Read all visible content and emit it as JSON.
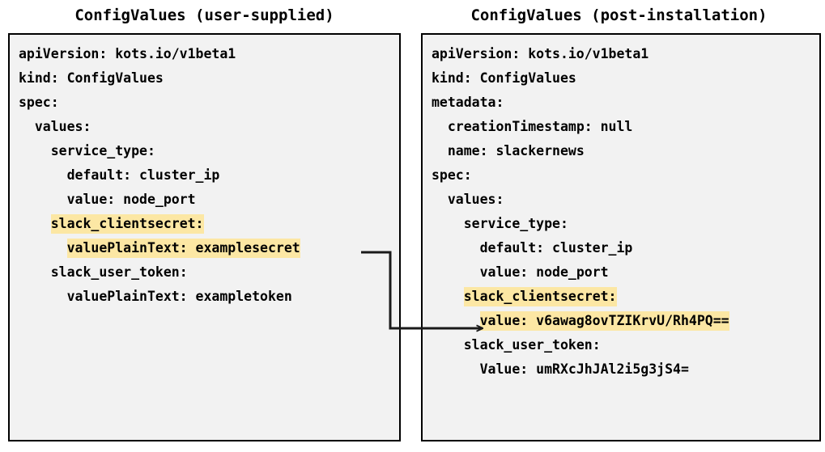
{
  "diagram": {
    "title_left": "ConfigValues (user-supplied)",
    "title_right": "ConfigValues (post-installation)",
    "highlight_color": "#fce7a4",
    "box_background": "#f2f2f2",
    "box_border_color": "#000000",
    "arrow_color": "#1a1a1a",
    "arrow_description": "elbow arrow from user-supplied valuePlainText line to post-installation value line"
  },
  "left_panel": {
    "title": "ConfigValues (user-supplied)",
    "lines": [
      {
        "text": "apiVersion: kots.io/v1beta1",
        "highlight": false
      },
      {
        "text": "kind: ConfigValues",
        "highlight": false
      },
      {
        "text": "spec:",
        "highlight": false
      },
      {
        "text": "  values:",
        "highlight": false
      },
      {
        "text": "    service_type:",
        "highlight": false
      },
      {
        "text": "      default: cluster_ip",
        "highlight": false
      },
      {
        "text": "      value: node_port",
        "highlight": false
      },
      {
        "text": "    slack_clientsecret:",
        "highlight": true
      },
      {
        "text": "      valuePlainText: examplesecret",
        "highlight": true
      },
      {
        "text": "    slack_user_token:",
        "highlight": false
      },
      {
        "text": "      valuePlainText: exampletoken",
        "highlight": false
      }
    ]
  },
  "right_panel": {
    "title": "ConfigValues (post-installation)",
    "lines": [
      {
        "text": "apiVersion: kots.io/v1beta1",
        "highlight": false
      },
      {
        "text": "kind: ConfigValues",
        "highlight": false
      },
      {
        "text": "metadata:",
        "highlight": false
      },
      {
        "text": "  creationTimestamp: null",
        "highlight": false
      },
      {
        "text": "  name: slackernews",
        "highlight": false
      },
      {
        "text": "spec:",
        "highlight": false
      },
      {
        "text": "  values:",
        "highlight": false
      },
      {
        "text": "    service_type:",
        "highlight": false
      },
      {
        "text": "      default: cluster_ip",
        "highlight": false
      },
      {
        "text": "      value: node_port",
        "highlight": false
      },
      {
        "text": "    slack_clientsecret:",
        "highlight": true
      },
      {
        "text": "      value: v6awag8ovTZIKrvU/Rh4PQ==",
        "highlight": true
      },
      {
        "text": "    slack_user_token:",
        "highlight": false
      },
      {
        "text": "      Value: umRXcJhJAl2i5g3jS4=",
        "highlight": false
      }
    ]
  }
}
